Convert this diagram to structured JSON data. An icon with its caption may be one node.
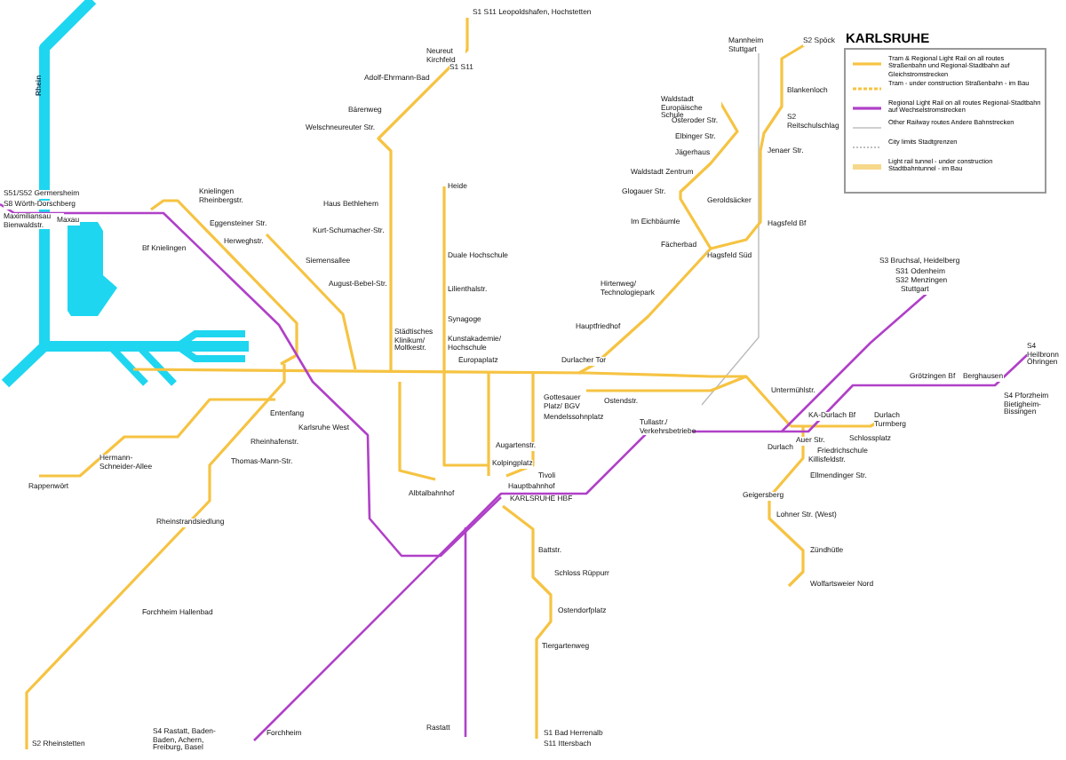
{
  "diagram": {
    "title": "KARLSRUHE",
    "labels": [
      "S1 S11 Leopoldshafen, Hochstetten",
      "S2 Spöck",
      "Mannheim Stuttgart",
      "Neureut Kirchfeld",
      "S1 S11",
      "Adolf-Ehrmann-Bad",
      "Blankenloch",
      "Waldstadt Europäische Schule",
      "Bärenweg",
      "Welschneureuter Str.",
      "Osteroder Str.",
      "S2 Reitschulschlag",
      "Elbinger Str.",
      "Jägerhaus",
      "Jenaer Str.",
      "Waldstadt Zentrum",
      "S51/S52 Germersheim",
      "Heide",
      "Glogauer Str.",
      "S8 Wörth-Dorschberg",
      "Knielingen Rheinbergstr.",
      "Haus Bethlehem",
      "Geroldsäcker",
      "Maximiliansau Bienwaldstr.",
      "Maxau",
      "Eggensteiner Str.",
      "Im Eichbäumle",
      "Hagsfeld Bf",
      "Kurt-Schumacher-Str.",
      "Bf Knielingen",
      "Herweghstr.",
      "Fächerbad",
      "Siemensallee",
      "Duale Hochschule",
      "Hagsfeld Süd",
      "S3 Bruchsal, Heidelberg",
      "S31 Odenheim",
      "August-Bebel-Str.",
      "Lilienthalstr.",
      "Hirtenweg/ Technologiepark",
      "S32 Menzingen",
      "Stuttgart",
      "Synagoge",
      "Hauptfriedhof",
      "Städtisches Klinikum/ Moltkestr.",
      "Kunstakademie/ Hochschule",
      "S4 Heilbronn Öhringen",
      "Europaplatz",
      "Durlacher Tor",
      "Grötzingen Bf",
      "Berghausen",
      "Gottesauer Platz/ BGV",
      "Ostendstr.",
      "Untermühlstr.",
      "S4 Pforzheim Bietigheim-Bissingen",
      "Entenfang",
      "Karlsruhe West",
      "Mendelssohnplatz",
      "Tullastr./ Verkehrsbetriebe",
      "KA-Durlach Bf",
      "Durlach Turmberg",
      "Rheinhafenstr.",
      "Augartenstr.",
      "Durlach",
      "Auer Str.",
      "Friedrichschule",
      "Schlossplatz",
      "Hermann-Schneider-Allee",
      "Thomas-Mann-Str.",
      "Kolpingplatz",
      "Killisfeldstr.",
      "Tivoli",
      "Ellmendinger Str.",
      "Rappenwört",
      "Albtalbahnhof",
      "Hauptbahnhof",
      "KARLSRUHE HBF",
      "Geigersberg",
      "Rheinstrandsiedlung",
      "Lohner Str. (West)",
      "Battstr.",
      "Zündhütle",
      "Schloss Rüppurr",
      "Wolfartsweier Nord",
      "Forchheim Hallenbad",
      "Ostendorfplatz",
      "Tiergartenweg",
      "S4 Rastatt, Baden-Baden, Achern, Freiburg, Basel",
      "Forchheim",
      "Rastatt",
      "S1 Bad Herrenalb",
      "S2 Rheinstetten",
      "S11 Ittersbach",
      "Rhein"
    ],
    "legend": [
      {
        "text": "Tram & Regional Light Rail on all routes Straßenbahn und Regional-Stadtbahn auf Gleichstromstrecken"
      },
      {
        "text": "Tram - under construction Straßenbahn - im Bau"
      },
      {
        "text": "Regional Light Rail on all routes Regional-Stadtbahn auf Wechselstromstrecken"
      },
      {
        "text": "Other Railway routes Andere Bahnstrecken"
      },
      {
        "text": "City limits Stadtgrenzen"
      },
      {
        "text": "Light rail tunnel - under construction Stadtbahntunnel - im Bau"
      }
    ]
  }
}
